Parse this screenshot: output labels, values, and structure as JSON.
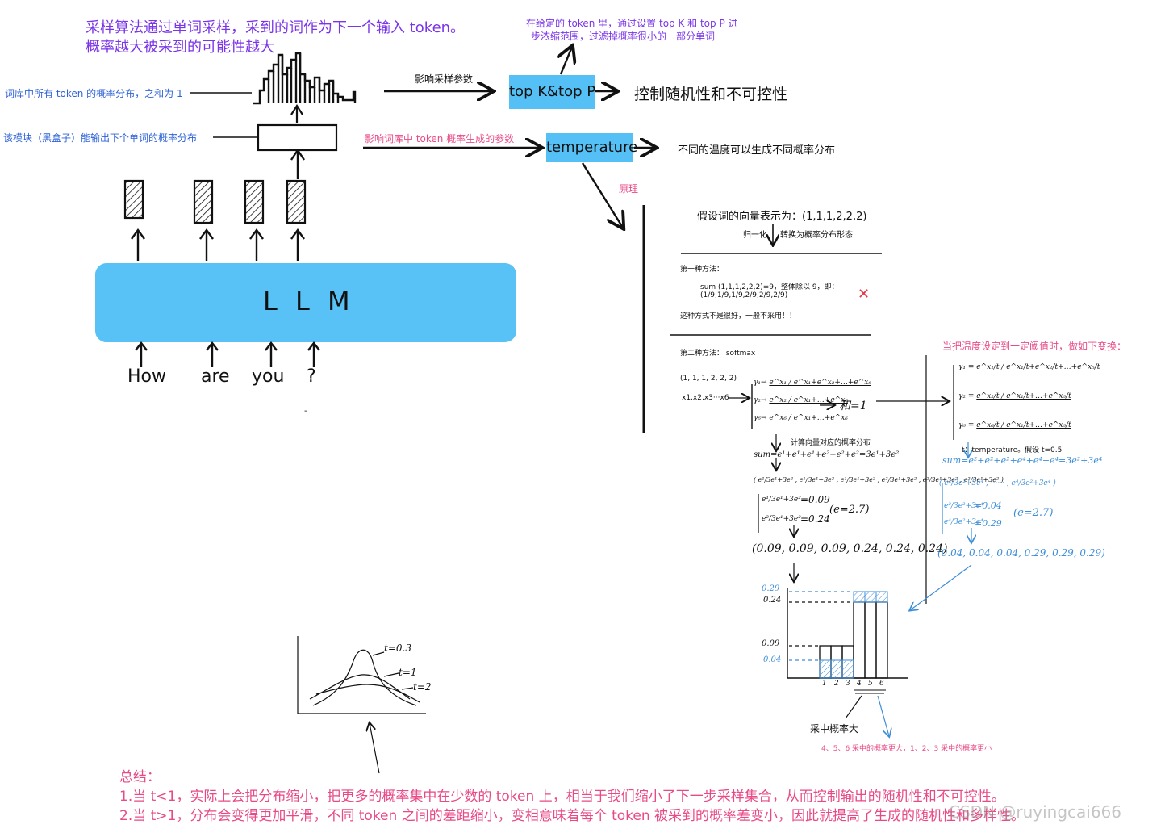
{
  "header": {
    "line1": "采样算法通过单词采样，采到的词作为下一个输入 token。",
    "line2": "概率越大被采到的可能性越大"
  },
  "left": {
    "dist_label": "词库中所有 token 的概率分布，之和为 1",
    "module_label": "该模块（黑盒子）能输出下个单词的概率分布",
    "llm_label": "L L M",
    "inputs": [
      "How",
      "are",
      "you",
      "?"
    ],
    "dot": "-"
  },
  "topk": {
    "arrow_label": "影响采样参数",
    "box_label": "top K&top P",
    "effect": "控制随机性和不可控性",
    "note_line1": "在给定的 token 里，通过设置 top K 和 top P 进",
    "note_line2": "一步浓缩范围，过滤掉概率很小的一部分单词"
  },
  "temperature": {
    "arrow_label": "影响词库中 token 概率生成的参数",
    "box_label": "temperature",
    "effect": "不同的温度可以生成不同概率分布",
    "principle": "原理"
  },
  "principle_panel": {
    "vector_title": "假设词的向量表示为：(1,1,1,2,2,2)",
    "normalize": "归一化",
    "convert": "转换为概率分布形态",
    "method1_title": "第一种方法：",
    "method1_line1": "sum (1,1,1,2,2,2)=9，整体除以 9，即：",
    "method1_line2": "(1/9,1/9,1/9,2/9,2/9,2/9)",
    "method1_verdict": "这种方式不是很好，一般不采用！！",
    "cross": "✕",
    "method2_title": "第二种方法：  softmax",
    "vec_values": "(1, 1, 1, 2, 2, 2)",
    "vec_names": "x1,x2,x3···x6",
    "sum_eq": "和=1",
    "calc_label": "计算向量对应的概率分布",
    "sum_formula": "sum=e¹+e¹+e¹+e²+e²+e²=3e¹+3e²",
    "p_small": "=0.09",
    "p_large": "=0.24",
    "e_value": "(e=2.7)",
    "result": "(0.09, 0.09, 0.09, 0.24, 0.24, 0.24)"
  },
  "bar_chart": {
    "y_labels": [
      "0.29",
      "0.24",
      "0.09",
      "0.04"
    ],
    "x_labels": [
      "1",
      "2",
      "3",
      "4",
      "5",
      "6"
    ],
    "caption": "采中概率大",
    "note": "4、5、6 采中的概率更大，1、2、3 采中的概率更小"
  },
  "temp_panel": {
    "title": "当把温度设定到一定阈值时，做如下变换：",
    "t_note": "t：temperature。假设 t=0.5",
    "sum_formula": "sum=e²+e²+e²+e⁴+e⁴+e⁴=3e²+3e⁴",
    "p_small": "=0.04",
    "p_large": "=0.29",
    "e_value": "(e=2.7)",
    "result": "(0.04, 0.04, 0.04, 0.29, 0.29, 0.29)"
  },
  "curve_chart": {
    "labels": [
      "t=0.3",
      "t=1",
      "t=2"
    ]
  },
  "summary": {
    "title": "总结：",
    "line1": "1.当 t<1，实际上会把分布缩小，把更多的概率集中在少数的 token 上，相当于我们缩小了下一步采样集合，从而控制输出的随机性和不可控性。",
    "line2": "2.当 t>1，分布会变得更加平滑，不同 token 之间的差距缩小，变相意味着每个 token 被采到的概率差变小，因此就提高了生成的随机性和多样性。"
  },
  "watermark": "CSDN @ruyingcai666"
}
